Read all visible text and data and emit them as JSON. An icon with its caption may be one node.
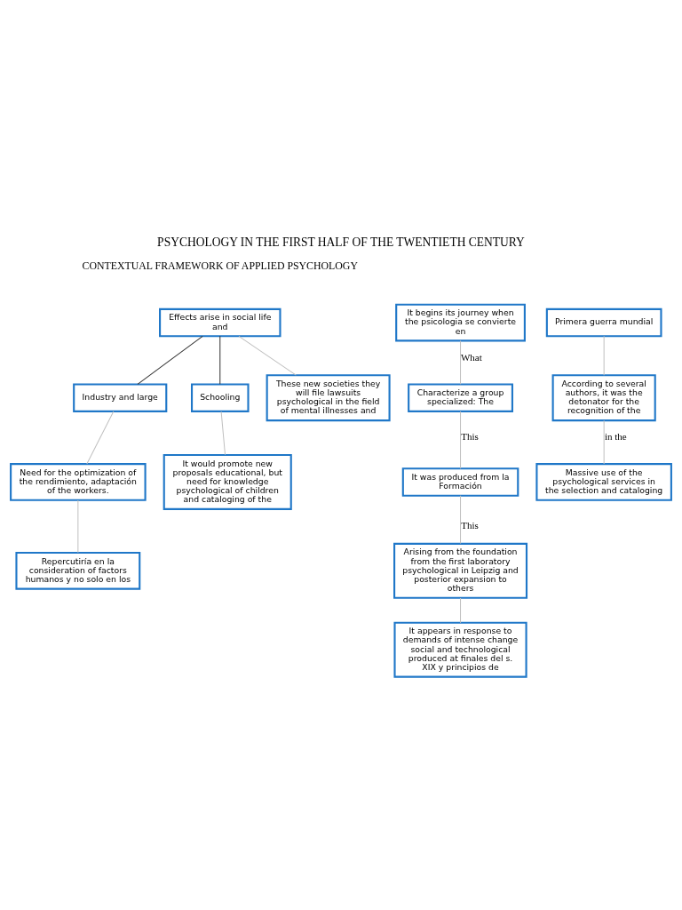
{
  "diagram": {
    "title": "PSYCHOLOGY IN THE FIRST HALF OF THE TWENTIETH CENTURY",
    "nodes": [
      {
        "text": [
          "It begins its journey when the psicologia se convierte en"
        ]
      },
      {
        "text": [
          "Characterize a group specialized: The"
        ]
      },
      {
        "text": [
          "It was produced from la Formación"
        ]
      },
      {
        "text": [
          "Arising from the foundation from the first laboratory psychological in Leipzig and posterior expansion to others"
        ]
      },
      {
        "text": [
          "It appears in response to demands of intense change social and technological produced at finales del s. XIX y principios de"
        ]
      },
      {
        "text": [
          "Effects arise in social life and"
        ]
      },
      {
        "text": [
          "Industry and large"
        ]
      },
      {
        "text": [
          "Schooling"
        ]
      },
      {
        "text": [
          "Need for the optimization of the rendimiento, adaptación of the workers."
        ]
      },
      {
        "text": [
          "It would promote new proposals educational, but need for knowledge psychological of children and cataloging of the"
        ]
      },
      {
        "text": [
          "Repercutiría en la consideration of factors humanos y no solo en los"
        ]
      },
      {
        "text": [
          "These new societies they will file lawsuits psychological in the field of mental illnesses and"
        ]
      },
      {
        "text": [
          "Primera guerra mundial"
        ]
      },
      {
        "text": [
          "According to several authors, it was the detonator for the recognition of the"
        ]
      },
      {
        "text": [
          "Massive use of the psychological services in the selection and cataloging"
        ]
      }
    ],
    "edges": [
      {
        "from": 0,
        "to": 1,
        "arrow": "none",
        "label": "What"
      },
      {
        "from": 1,
        "to": 2,
        "arrow": "none",
        "label": "This"
      },
      {
        "from": 2,
        "to": 3,
        "arrow": "none",
        "label": "This"
      },
      {
        "from": 3,
        "to": 4,
        "arrow": "none"
      },
      {
        "from": 5,
        "to": 6,
        "arrow": "none",
        "color": "#333333"
      },
      {
        "from": 5,
        "to": 7,
        "arrow": "none",
        "color": "#333333"
      },
      {
        "from": 5,
        "to": 11,
        "arrow": "none"
      },
      {
        "from": 6,
        "to": 8,
        "arrow": "none"
      },
      {
        "from": 8,
        "to": 10,
        "arrow": "none"
      },
      {
        "from": 7,
        "to": 9,
        "arrow": "none"
      },
      {
        "from": 12,
        "to": 13,
        "arrow": "none"
      },
      {
        "from": 13,
        "to": 14,
        "arrow": "none",
        "label": "in the"
      }
    ],
    "labels": [
      "CONTEXTUAL FRAMEWORK OF APPLIED PSYCHOLOGY"
    ]
  }
}
